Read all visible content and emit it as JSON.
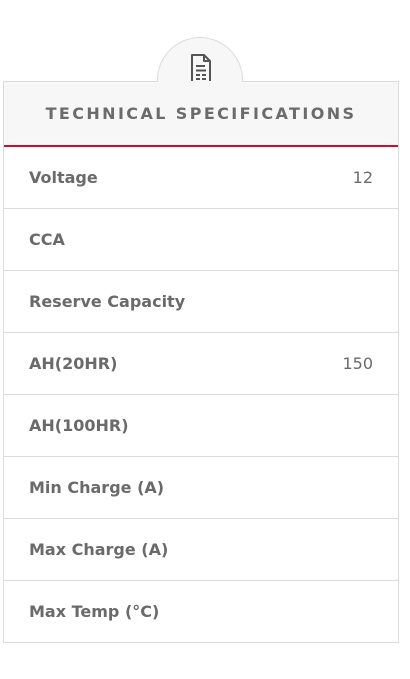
{
  "specifications": {
    "title": "TECHNICAL SPECIFICATIONS",
    "header_icon": "document-icon",
    "accent_color": "#c8102e",
    "rows": [
      {
        "label": "Voltage",
        "value": "12"
      },
      {
        "label": "CCA",
        "value": ""
      },
      {
        "label": "Reserve Capacity",
        "value": ""
      },
      {
        "label": "AH(20HR)",
        "value": "150"
      },
      {
        "label": "AH(100HR)",
        "value": ""
      },
      {
        "label": "Min Charge (A)",
        "value": ""
      },
      {
        "label": "Max Charge (A)",
        "value": ""
      },
      {
        "label": "Max Temp (°C)",
        "value": ""
      }
    ]
  }
}
